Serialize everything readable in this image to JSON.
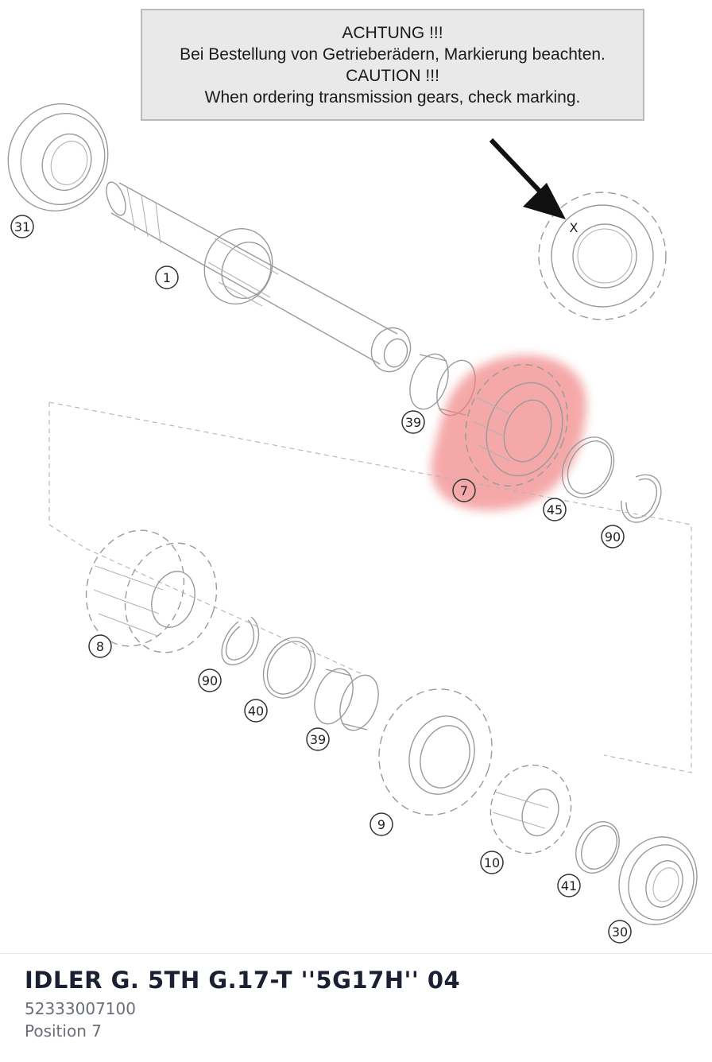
{
  "notice": {
    "line1": "ACHTUNG !!!",
    "line2": "Bei Bestellung von Getrieberädern, Markierung beachten.",
    "line3": "CAUTION !!!",
    "line4": "When ordering transmission gears, check marking."
  },
  "marking_symbol": "X",
  "callouts": {
    "c31": "31",
    "c1": "1",
    "c39a": "39",
    "c7": "7",
    "c45": "45",
    "c90a": "90",
    "c8": "8",
    "c90b": "90",
    "c40": "40",
    "c39b": "39",
    "c9": "9",
    "c10": "10",
    "c41": "41",
    "c30": "30"
  },
  "highlight_color": "#f08080",
  "part": {
    "name": "IDLER G. 5TH G.17-T ''5G17H'' 04",
    "number": "52333007100",
    "position": "Position 7"
  }
}
